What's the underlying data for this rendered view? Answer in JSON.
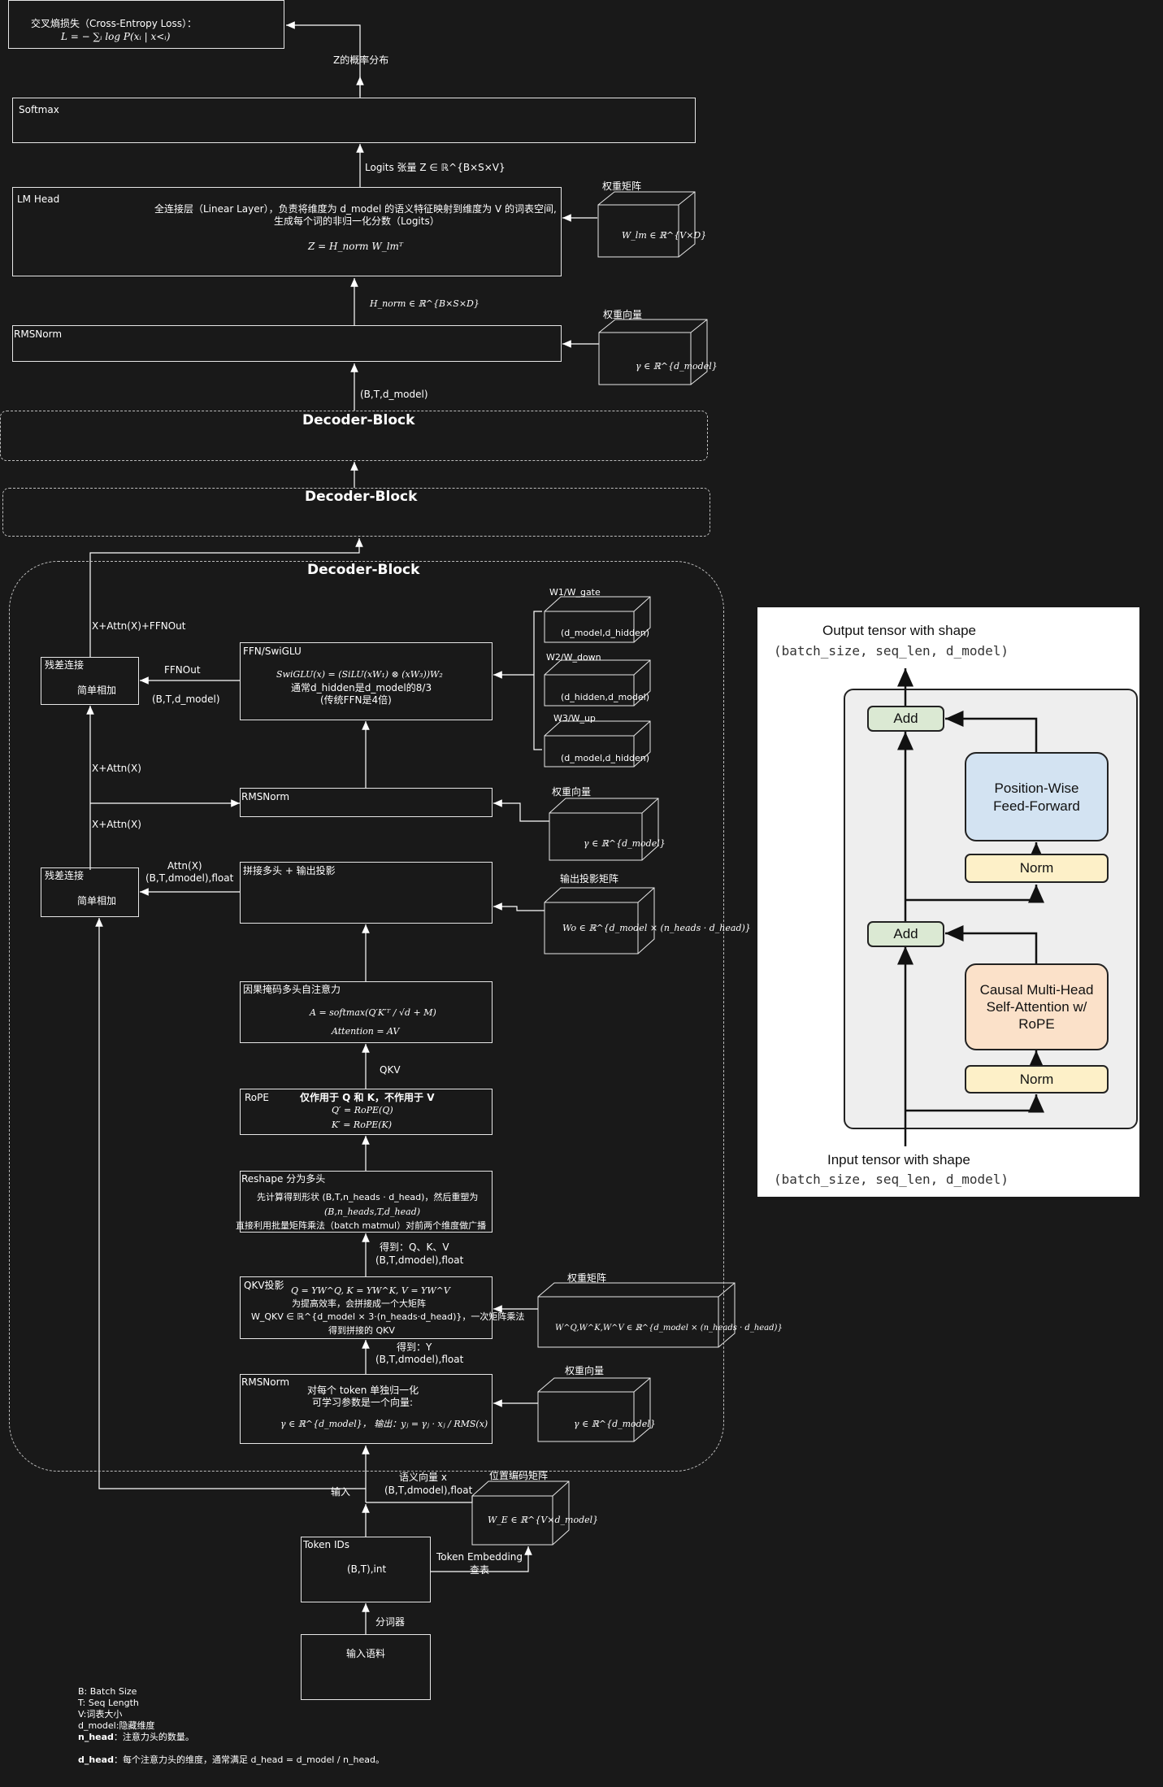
{
  "loss": {
    "line1": "交叉熵损失（Cross-Entropy Loss）：",
    "formula": "L = − ∑ᵢ log P(xᵢ | x<ᵢ)"
  },
  "z_dist": "Z的概率分布",
  "softmax": {
    "label": "Softmax"
  },
  "logits_label": "Logits 张量 Z ∈ ℝ^{B×S×V}",
  "lm_head": {
    "label": "LM Head",
    "desc1": "全连接层（Linear Layer），负责将维度为 d_model 的语义特征映射到维度为 V 的词表空间,",
    "desc2": "生成每个词的非归一化分数（Logits）",
    "formula": "Z = H_norm W_lmᵀ"
  },
  "w_lm": {
    "caption": "权重矩阵",
    "formula": "W_lm ∈ ℝ^{V×D}"
  },
  "h_norm_label": "H_norm ∈ ℝ^{B×S×D}",
  "rmsnorm_top": {
    "label": "RMSNorm"
  },
  "gamma_top": {
    "caption": "权重向量",
    "formula": "γ ∈ ℝ^{d_model}"
  },
  "btd_label": "(B,T,d_model)",
  "decoder_block_1": "Decoder-Block",
  "decoder_block_2": "Decoder-Block",
  "decoder_block_3": "Decoder-Block",
  "x_attn_ffn": "X+Attn(X)+FFNOut",
  "residual_1": {
    "title": "残差连接",
    "sub": "简单相加"
  },
  "ffnout": {
    "label": "FFNOut",
    "shape": "(B,T,d_model)"
  },
  "ffn": {
    "label": "FFN/SwiGLU",
    "formula": "SwiGLU(x) = (SiLU(xW₁) ⊗ (xW₃))W₂",
    "note1": "通常d_hidden是d_model的8/3",
    "note2": "(传统FFN是4倍)"
  },
  "w1": {
    "caption": "W1/W_gate",
    "shape": "(d_model,d_hidden)"
  },
  "w2": {
    "caption": "W2/W_down",
    "shape": "(d_hidden,d_model)"
  },
  "w3": {
    "caption": "W3/W_up",
    "shape": "(d_model,d_hidden)"
  },
  "x_attn_1": "X+Attn(X)",
  "x_attn_2": "X+Attn(X)",
  "rmsnorm_mid": {
    "label": "RMSNorm"
  },
  "gamma_mid": {
    "caption": "权重向量",
    "formula": "γ ∈ ℝ^{d_model}"
  },
  "residual_2": {
    "title": "残差连接",
    "sub": "简单相加"
  },
  "attn_out": {
    "label": "Attn(X)",
    "shape": "(B,T,dmodel),float"
  },
  "concat": {
    "label": "拼接多头 + 输出投影"
  },
  "wo": {
    "caption": "输出投影矩阵",
    "formula": "Wo ∈ ℝ^{d_model × (n_heads · d_head)}"
  },
  "attention": {
    "label": "因果掩码多头自注意力",
    "formula1": "A = softmax(Q′K′ᵀ / √d + M)",
    "formula2": "Attention = AV"
  },
  "qkv_label": "QKV",
  "rope": {
    "label": "RoPE",
    "note": "仅作用于 Q 和 K，不作用于 V",
    "f1": "Q′ = RoPE(Q)",
    "f2": "K′ = RoPE(K)"
  },
  "reshape": {
    "label": "Reshape 分为多头",
    "l1": "先计算得到形状 (B,T,n_heads · d_head)，然后重塑为",
    "l2": "(B,n_heads,T,d_head)",
    "l3": "直接利用批量矩阵乘法（batch matmul）对前两个维度做广播"
  },
  "got_qkv": {
    "l1": "得到：Q、K、V",
    "l2": "(B,T,dmodel),float"
  },
  "qkv_proj": {
    "label": "QKV投影",
    "f1": "Q = YW^Q,    K = YW^K,    V = YW^V",
    "l2": "为提高效率，会拼接成一个大矩阵",
    "l3": "W_QKV ∈ ℝ^{d_model × 3·(n_heads·d_head)}，一次矩阵乘法",
    "l4": "得到拼接的 QKV"
  },
  "w_qkv": {
    "caption": "权重矩阵",
    "formula": "W^Q,W^K,W^V ∈ ℝ^{d_model × (n_heads · d_head)}"
  },
  "got_y": {
    "l1": "得到：Y",
    "l2": "(B,T,dmodel),float"
  },
  "rmsnorm_bottom": {
    "label": "RMSNorm",
    "l1": "对每个 token 单独归一化",
    "l2": "可学习参数是一个向量:",
    "l3": "γ ∈ ℝ^{d_model}，  输出：yⱼ = γⱼ · xⱼ / RMS(x)"
  },
  "gamma_bottom": {
    "caption": "权重向量",
    "formula": "γ ∈ ℝ^{d_model}"
  },
  "input_label": "输入",
  "semantic_vec": {
    "l1": "语义向量 x",
    "l2": "(B,T,dmodel),float"
  },
  "we": {
    "caption": "位置编码矩阵",
    "formula": "W_E ∈ ℝ^{V×d_model}"
  },
  "token_ids": {
    "label": "Token IDs",
    "shape": "(B,T),int"
  },
  "token_embedding": {
    "l1": "Token Embedding",
    "l2": "查表"
  },
  "tokenizer": "分词器",
  "corpus": "输入语料",
  "legend": {
    "l1": "B: Batch Size",
    "l2": "T: Seq Length",
    "l3": "V:词表大小",
    "l4": "d_model:隐藏维度",
    "l5_bold": "n_head",
    "l5": "：注意力头的数量。",
    "l6_bold": "d_head",
    "l6": "：每个注意力头的维度，通常满足 d_head = d_model / n_head。"
  },
  "panel": {
    "output_title": "Output tensor with shape",
    "output_shape": "(batch_size, seq_len, d_model)",
    "add_top": "Add",
    "ffn": "Position-Wise Feed-Forward",
    "norm_top": "Norm",
    "add_bottom": "Add",
    "attn": "Causal Multi-Head Self-Attention w/ RoPE",
    "norm_bottom": "Norm",
    "input_title": "Input tensor with shape",
    "input_shape": "(batch_size, seq_len, d_model)",
    "colors": {
      "add": "#dbe9d3",
      "ffn": "#d3e3f2",
      "norm": "#fdf0c8",
      "attn": "#fbe1c9"
    }
  }
}
